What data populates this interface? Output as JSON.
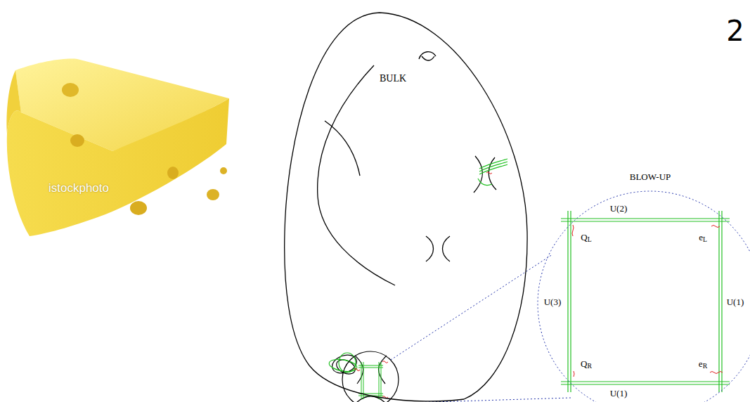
{
  "diagram": {
    "nodes": [
      {
        "text": [
          "BULK"
        ]
      },
      {
        "text": [
          "BLOW-UP"
        ]
      }
    ],
    "labels": [
      "2",
      "istockphoto",
      "U(2)",
      "U(3)",
      "U(1)",
      "U(1)",
      "QL",
      "eL",
      "QR",
      "eR"
    ]
  }
}
